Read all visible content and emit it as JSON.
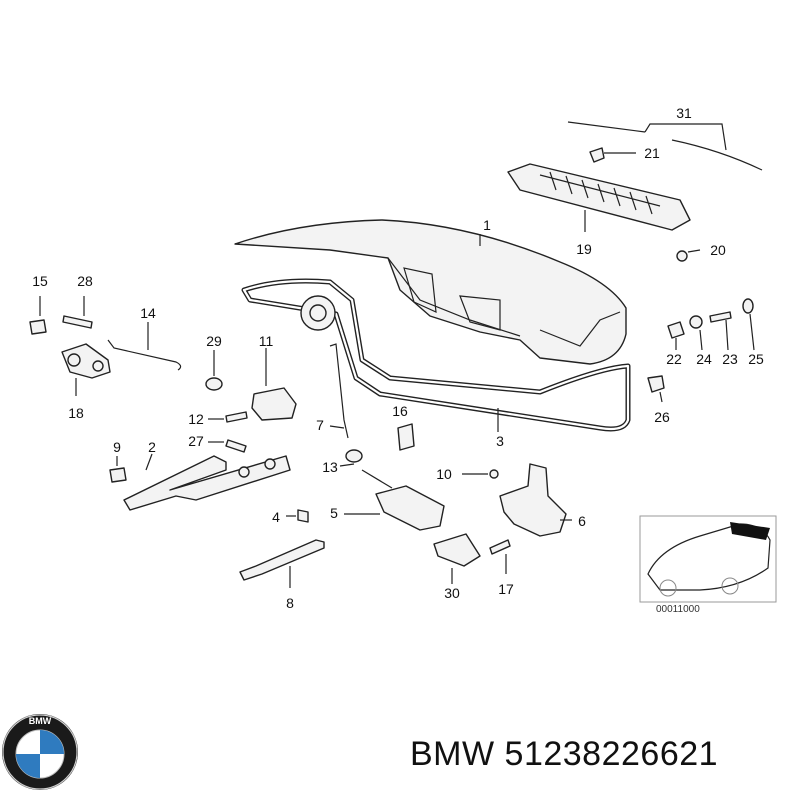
{
  "logo": {
    "text": "BMW",
    "blue": "#2f7bbf"
  },
  "caption": {
    "brand": "BMW",
    "part_number": "51238226621"
  },
  "inset": {
    "code": "00011000"
  },
  "callouts": {
    "n1": "1",
    "n2": "2",
    "n3": "3",
    "n4": "4",
    "n5": "5",
    "n6": "6",
    "n7": "7",
    "n8": "8",
    "n9": "9",
    "n10": "10",
    "n11": "11",
    "n12": "12",
    "n13": "13",
    "n14": "14",
    "n15": "15",
    "n16": "16",
    "n17": "17",
    "n18": "18",
    "n19": "19",
    "n20": "20",
    "n21": "21",
    "n22": "22",
    "n23": "23",
    "n24": "24",
    "n25": "25",
    "n26": "26",
    "n27": "27",
    "n28": "28",
    "n29": "29",
    "n30": "30",
    "n31": "31"
  }
}
